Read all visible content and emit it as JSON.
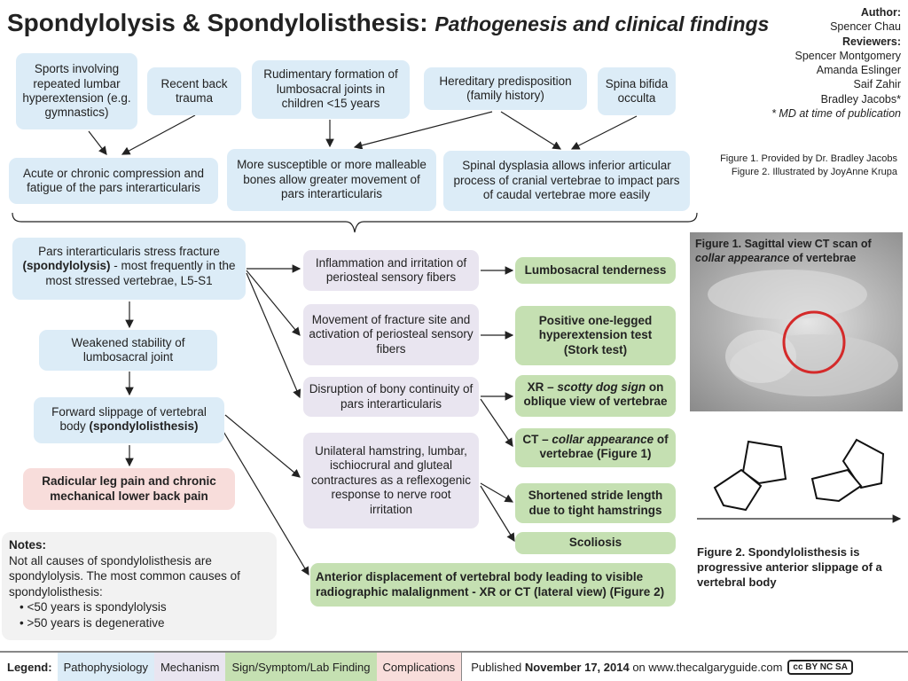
{
  "title": {
    "main": "Spondylolysis & Spondylolisthesis:",
    "sub": "Pathogenesis and clinical findings"
  },
  "credits": {
    "author_label": "Author:",
    "author": "Spencer Chau",
    "reviewers_label": "Reviewers:",
    "reviewers": [
      "Spencer Montgomery",
      "Amanda Eslinger",
      "Saif Zahir",
      "Bradley Jacobs*"
    ],
    "note": "* MD at time of publication"
  },
  "figure_credits": [
    "Figure 1. Provided by Dr. Bradley Jacobs",
    "Figure 2. Illustrated by JoyAnne Krupa"
  ],
  "causes": {
    "sports": "Sports involving repeated lumbar hyperextension (e.g. gymnastics)",
    "trauma": "Recent back trauma",
    "rudimentary": "Rudimentary formation of lumbosacral joints in children <15 years",
    "hereditary": "Hereditary predisposition (family history)",
    "spina_bifida": "Spina bifida occulta",
    "compression": "Acute or chronic compression and fatigue of the pars interarticularis",
    "malleable": "More susceptible or more malleable bones allow greater movement of pars interarticularis",
    "dysplasia": "Spinal dysplasia allows inferior articular process of cranial vertebrae to impact pars of caudal vertebrae more easily"
  },
  "patho": {
    "fracture_a": "Pars interarticularis stress fracture",
    "fracture_b": "(spondylolysis)",
    "fracture_c": " - most frequently in the most stressed vertebrae, L5-S1",
    "weakened": "Weakened stability of lumbosacral joint",
    "slippage_a": "Forward slippage of vertebral body",
    "slippage_b": "(spondylolisthesis)"
  },
  "complication": "Radicular leg pain and chronic mechanical lower back pain",
  "mechanisms": [
    "Inflammation and irritation of periosteal sensory fibers",
    "Movement of fracture site and activation of periosteal sensory fibers",
    "Disruption of bony continuity of pars interarticularis",
    "Unilateral hamstring, lumbar, ischiocrural and gluteal contractures as a reflexogenic response to nerve root irritation"
  ],
  "signs": {
    "tenderness": "Lumbosacral tenderness",
    "stork": "Positive one-legged hyperextension test (Stork test)",
    "xr_a": "XR – ",
    "xr_b": "scotty dog sign",
    "xr_c": " on oblique view of vertebrae",
    "ct_a": "CT – ",
    "ct_b": "collar appearance",
    "ct_c": " of vertebrae (Figure 1)",
    "stride": "Shortened stride length due to tight hamstrings",
    "scoliosis": "Scoliosis",
    "anterior": "Anterior displacement of vertebral body leading to visible radiographic malalignment - XR or CT (lateral view) (Figure 2)"
  },
  "notes": {
    "heading": "Notes:",
    "text": "Not all causes of spondylolisthesis are spondylolysis. The most common causes of spondylolisthesis:",
    "bullets": [
      "<50 years is spondylolysis",
      ">50 years is degenerative"
    ]
  },
  "figure1": {
    "caption_a": "Figure 1. Sagittal view CT scan of ",
    "caption_b": "collar appearance",
    "caption_c": " of vertebrae"
  },
  "figure2": {
    "caption": "Figure 2. Spondylolisthesis is progressive anterior slippage of a vertebral body"
  },
  "legend": {
    "label": "Legend:",
    "items": [
      "Pathophysiology",
      "Mechanism",
      "Sign/Symptom/Lab Finding",
      "Complications"
    ],
    "colors": [
      "#dcecf7",
      "#e9e5f0",
      "#c5e0b2",
      "#f8dddb"
    ]
  },
  "footer": {
    "published": "Published ",
    "date": "November 17, 2014",
    "site": " on www.thecalgaryguide.com",
    "license": "cc BY NC SA"
  }
}
